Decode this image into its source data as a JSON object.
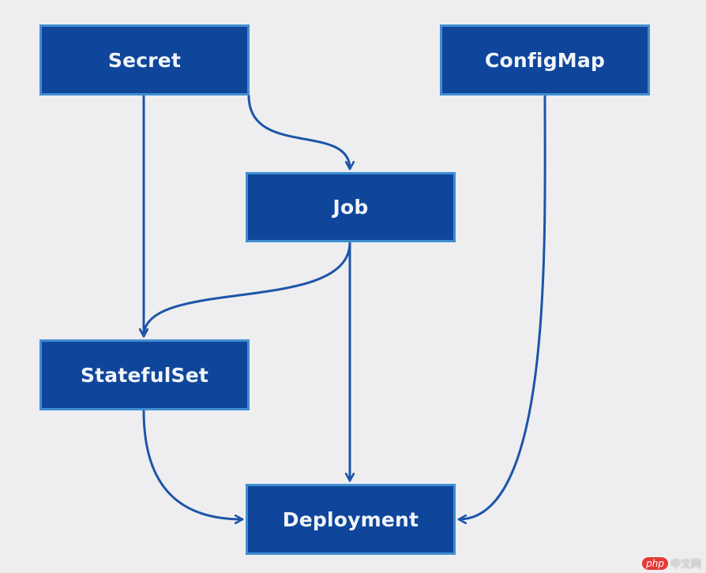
{
  "diagram": {
    "colors": {
      "node_fill": "#0f469b",
      "node_border": "#3f8ed2",
      "node_text": "#f2f5fa",
      "edge": "#1d55a8",
      "background": "#eeeef0"
    },
    "nodes": {
      "secret": "Secret",
      "configmap": "ConfigMap",
      "job": "Job",
      "statefulset": "StatefulSet",
      "deployment": "Deployment"
    },
    "edges": [
      {
        "from": "Secret",
        "to": "Job"
      },
      {
        "from": "Secret",
        "to": "StatefulSet"
      },
      {
        "from": "Job",
        "to": "StatefulSet"
      },
      {
        "from": "Job",
        "to": "Deployment"
      },
      {
        "from": "StatefulSet",
        "to": "Deployment"
      },
      {
        "from": "ConfigMap",
        "to": "Deployment"
      }
    ]
  },
  "watermark": {
    "logo": "php",
    "text": "中文网"
  }
}
